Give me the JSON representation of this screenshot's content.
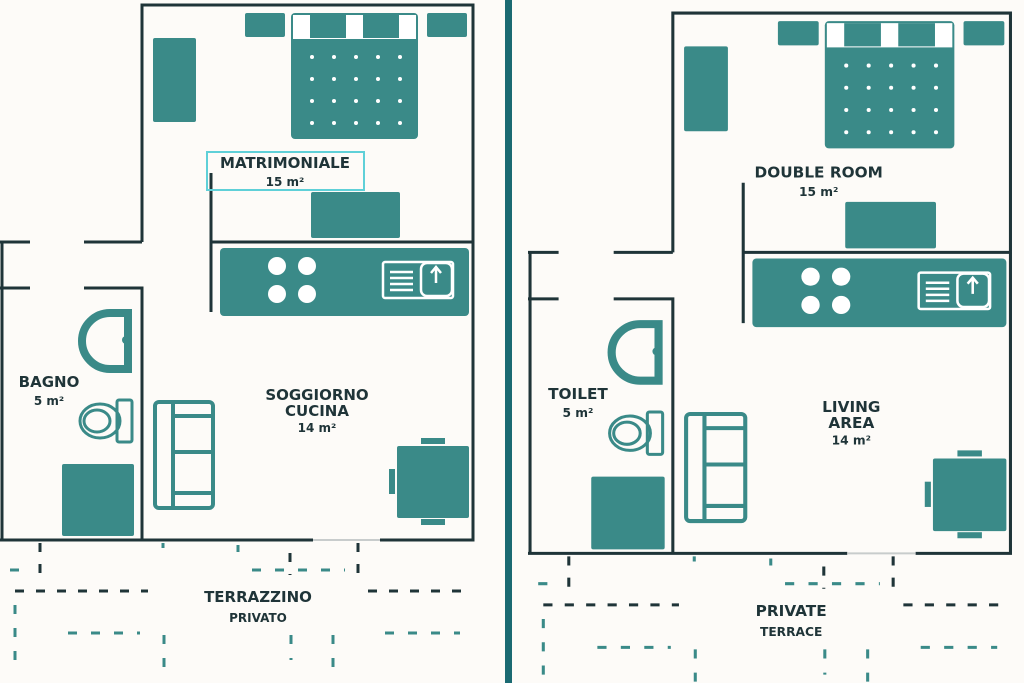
{
  "colors": {
    "wall": "#1f3438",
    "furniture": "#3a8a88",
    "divider": "#1b6a72",
    "background": "#fdfbf8",
    "highlight": "#5fd0d8"
  },
  "plans": [
    {
      "language": "Italian",
      "bedroom": {
        "name": "MATRIMONIALE",
        "area": "15 m²"
      },
      "bathroom": {
        "name": "BAGNO",
        "area": "5 m²"
      },
      "living": {
        "line1": "SOGGIORNO",
        "line2": "CUCINA",
        "area": "14 m²"
      },
      "terrace": {
        "line1": "TERRAZZINO",
        "line2": "PRIVATO"
      }
    },
    {
      "language": "English",
      "bedroom": {
        "name": "DOUBLE ROOM",
        "area": "15 m²"
      },
      "bathroom": {
        "name": "TOILET",
        "area": "5 m²"
      },
      "living": {
        "line1": "LIVING",
        "line2": "AREA",
        "area": "14 m²"
      },
      "terrace": {
        "line1": "PRIVATE",
        "line2": "TERRACE"
      }
    }
  ]
}
